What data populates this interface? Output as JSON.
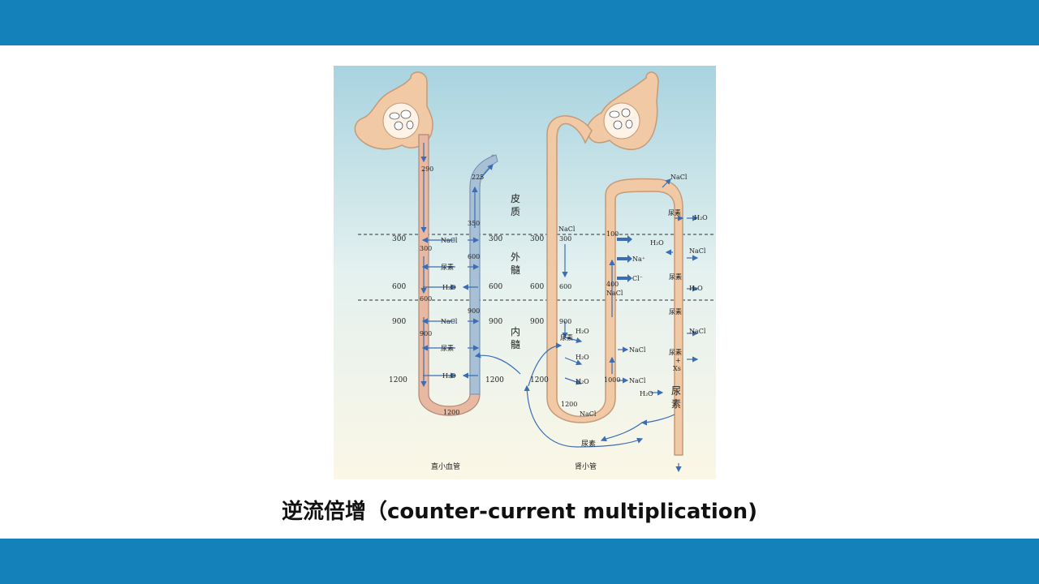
{
  "caption": "逆流倍增（counter-current multiplication)",
  "colors": {
    "band": "#1581bb",
    "tubule": "#f1c9a4",
    "tubule_edge": "#c49a78",
    "vasa": "#a7c0d6",
    "vasa_edge": "#6f8fae",
    "arrow": "#3a6db4"
  },
  "zones": {
    "cortex": [
      "皮",
      "质"
    ],
    "outer_medulla": [
      "外",
      "髓"
    ],
    "inner_medulla": [
      "内",
      "髓"
    ]
  },
  "vasa_recta": {
    "title": "直小血管",
    "left_values": [
      "290",
      "300",
      "600",
      "900"
    ],
    "right_values": [
      "225",
      "350",
      "600",
      "900"
    ],
    "bottom_value": "1200",
    "side_values": [
      "300",
      "600",
      "900",
      "1200"
    ],
    "exchange_labels": [
      "NaCl",
      "尿素",
      "H₂O",
      "NaCl",
      "尿素",
      "H₂O"
    ]
  },
  "side_right_values": [
    "300",
    "600",
    "900",
    "1200"
  ],
  "nephron": {
    "title": "肾小管",
    "osm_left": [
      "300",
      "600",
      "900",
      "300",
      "600",
      "900",
      "1200"
    ],
    "desc_labels": [
      "NaCl",
      "300",
      "600",
      "900",
      "尿素",
      "1200"
    ],
    "h2o_labels": [
      "H₂O",
      "H₂O",
      "H₂O"
    ],
    "bottom_label": "NaCl",
    "asc_labels": [
      "100",
      "Na⁺",
      "Cl⁻",
      "400",
      "NaCl",
      "NaCl",
      "1000",
      "NaCl",
      "H₂O"
    ],
    "collect_labels": [
      "NaCl",
      "尿素",
      "H₂O",
      "H₂O",
      "NaCl",
      "尿素",
      "H₂O",
      "尿素",
      "NaCl",
      "尿素",
      "+",
      "Xs",
      "尿",
      "素"
    ],
    "urea_label": "尿素"
  }
}
